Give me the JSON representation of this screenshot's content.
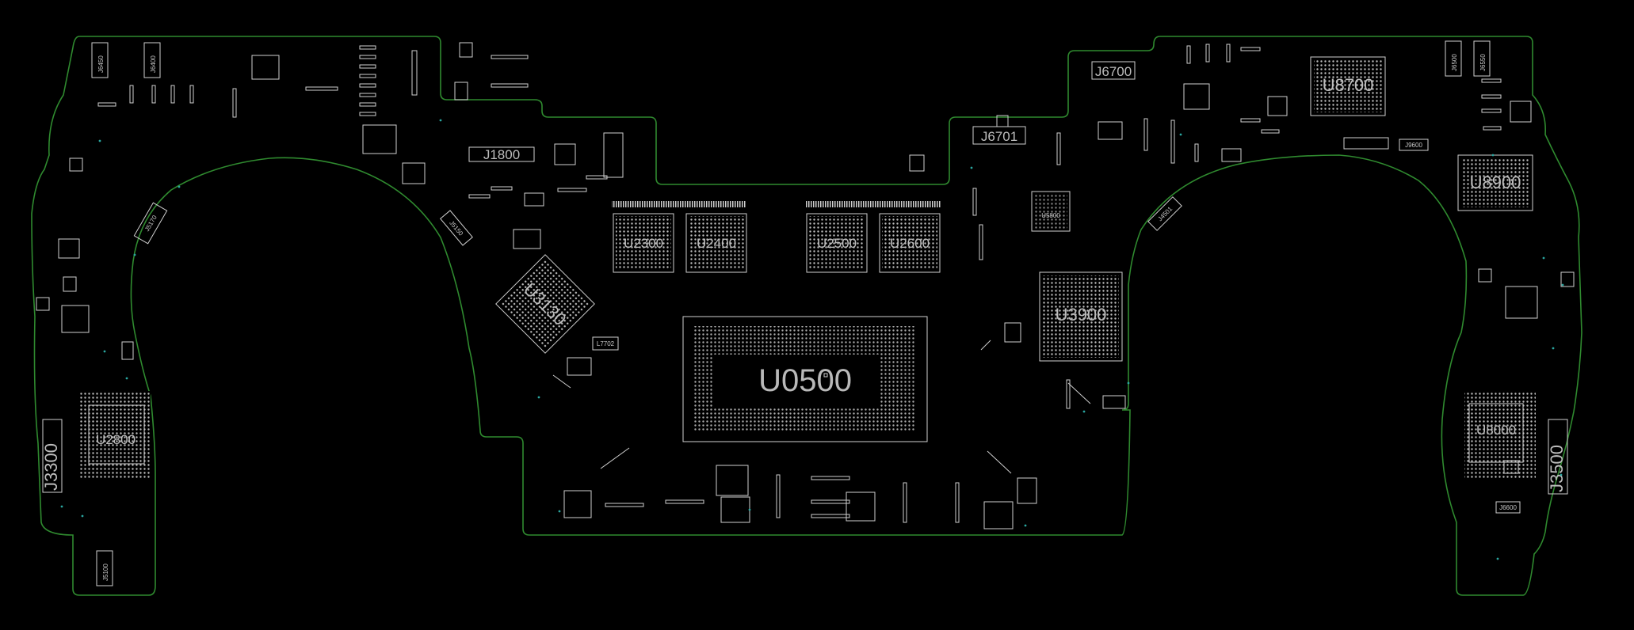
{
  "colors": {
    "background": "#000000",
    "board_outline": "#2f8a2f",
    "silkscreen": "#cfcfcf",
    "via": "#2aa6a0"
  },
  "labels": {
    "u0500": "U0500",
    "u3900": "U3900",
    "u8700": "U8700",
    "u8900": "U8900",
    "u2300": "U2300",
    "u2400": "U2400",
    "u2500": "U2500",
    "u2600": "U2600",
    "u3130": "U3130",
    "u2800": "U2800",
    "u8000": "U8000",
    "j3300": "J3300",
    "j3500": "J3500",
    "j1800": "J1800",
    "j6701": "J6701",
    "j6700": "J6700",
    "j6450": "J6450",
    "j6400": "J6400",
    "j6500": "J6500",
    "j6550": "J6550",
    "j5100": "J5100",
    "j5170": "J5170",
    "j5150": "J5150",
    "j4501": "J4501",
    "j6600": "J6600",
    "l7702": "L7702",
    "u5800": "U5800",
    "j9600": "J9600"
  }
}
